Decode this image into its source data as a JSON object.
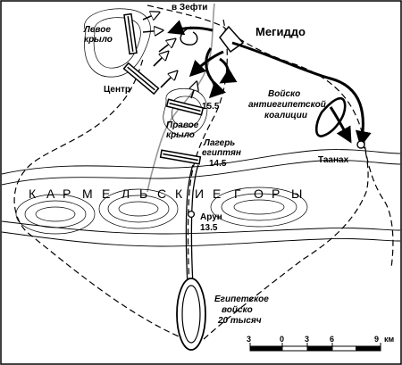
{
  "labels": {
    "zefti": "в Зефти",
    "megiddo": "Мегиддо",
    "left_wing_1": "Левое",
    "left_wing_2": "крыло",
    "center": "Центр",
    "right_wing_1": "Правое",
    "right_wing_2": "крыло",
    "right_wing_date": "15.5",
    "coalition_1": "Войско",
    "coalition_2": "антиегипетской",
    "coalition_3": "коалиции",
    "camp_1": "Лагерь",
    "camp_2": "египтян",
    "camp_date": "14.5",
    "taanach": "Таанах",
    "carmel": [
      "К",
      "А",
      "Р",
      "М",
      "Е",
      "Л",
      "Ь",
      "С",
      "К",
      "И",
      "Е",
      " ",
      "Г",
      "О",
      "Р",
      "Ы"
    ],
    "arun": "Арун",
    "arun_date": "13.5",
    "army_1": "Египетское",
    "army_2": "войско",
    "army_3": "20 тысяч"
  },
  "scale": {
    "ticks": [
      "3",
      "0",
      "3",
      "6",
      "9"
    ],
    "unit": "км"
  }
}
